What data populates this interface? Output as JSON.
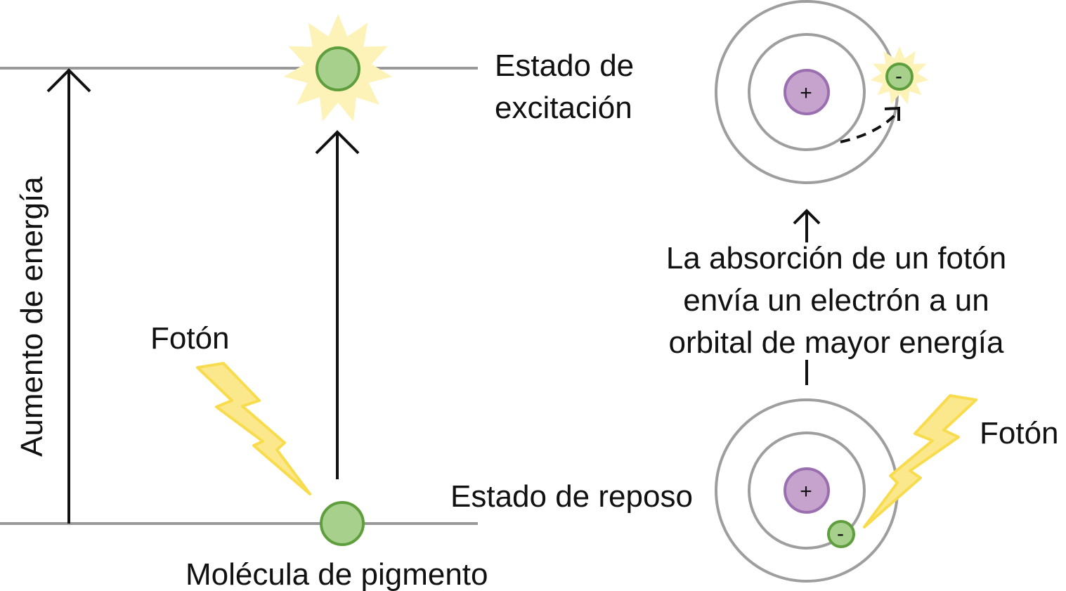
{
  "labels": {
    "axis": "Aumento de energía",
    "excited_line1": "Estado de",
    "excited_line2": "excitación",
    "ground": "Estado de reposo",
    "photon_left": "Fotón",
    "photon_right": "Fotón",
    "pigment": "Molécula de pigmento",
    "absorption_line1": "La absorción de un fotón",
    "absorption_line2": "envía un electrón a un",
    "absorption_line3": "orbital de mayor energía",
    "nucleus_sign": "+",
    "electron_sign": "-"
  },
  "colors": {
    "level_line": "#999999",
    "orbit": "#9e9e9e",
    "electron_fill": "#a8d08d",
    "electron_stroke": "#5e9e3c",
    "nucleus_fill": "#c5a3cc",
    "nucleus_stroke": "#9a6fb0",
    "glow": "#fdf3b8",
    "photon_fill": "#fbe88c",
    "photon_stroke": "#f8dc4e"
  }
}
